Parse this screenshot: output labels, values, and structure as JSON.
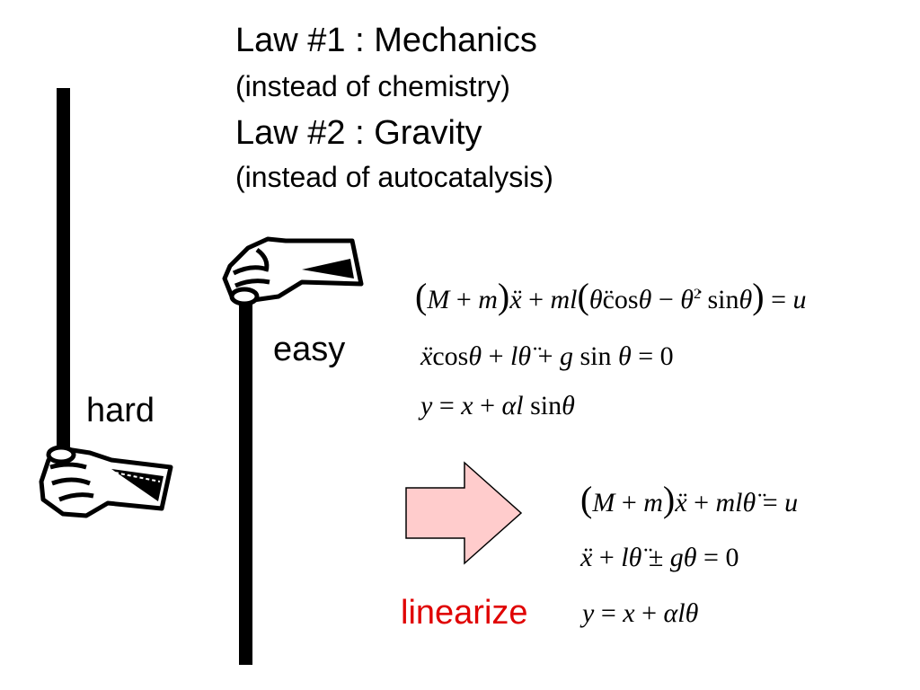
{
  "title": {
    "law1": "Law #1 : Mechanics",
    "law1_note": "(instead of chemistry)",
    "law2": "Law #2 : Gravity",
    "law2_note": "(instead of autocatalysis)"
  },
  "labels": {
    "easy": "easy",
    "hard": "hard",
    "linearize": "linearize"
  },
  "colors": {
    "arrow_fill": "#ffcccc",
    "linearize_text": "#e00000"
  },
  "icons": {
    "pointing_hand_top": "hand-icon",
    "pointing_hand_bottom": "hand-icon",
    "arrow": "right-arrow-icon"
  }
}
